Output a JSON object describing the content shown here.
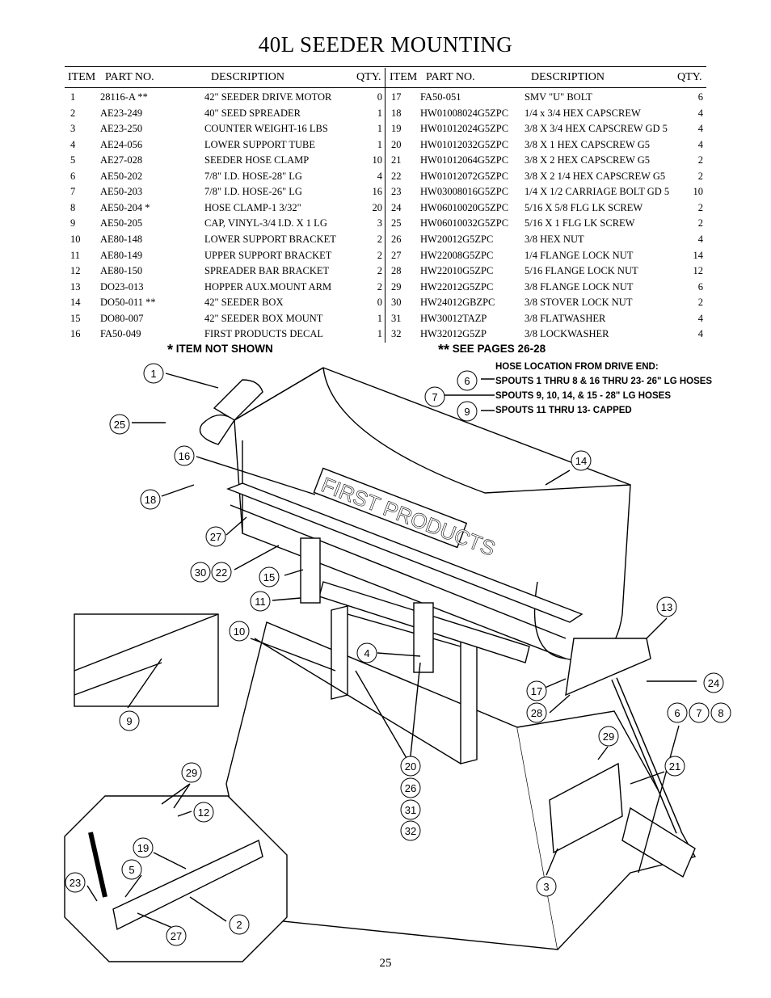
{
  "title": "40L SEEDER MOUNTING",
  "table": {
    "headers": {
      "item": "ITEM",
      "part": "PART NO.",
      "desc": "DESCRIPTION",
      "qty": "QTY."
    },
    "rows_left": [
      {
        "item": "1",
        "part": "28116-A **",
        "desc": "42\" SEEDER DRIVE MOTOR",
        "qty": "0"
      },
      {
        "item": "2",
        "part": "AE23-249",
        "desc": "40\" SEED SPREADER",
        "qty": "1"
      },
      {
        "item": "3",
        "part": "AE23-250",
        "desc": "COUNTER WEIGHT-16 LBS",
        "qty": "1"
      },
      {
        "item": "4",
        "part": "AE24-056",
        "desc": "LOWER SUPPORT TUBE",
        "qty": "1"
      },
      {
        "item": "5",
        "part": "AE27-028",
        "desc": "SEEDER HOSE CLAMP",
        "qty": "10"
      },
      {
        "item": "6",
        "part": "AE50-202",
        "desc": "7/8\" I.D. HOSE-28\" LG",
        "qty": "4"
      },
      {
        "item": "7",
        "part": "AE50-203",
        "desc": "7/8\" I.D. HOSE-26\" LG",
        "qty": "16"
      },
      {
        "item": "8",
        "part": "AE50-204 *",
        "desc": "HOSE CLAMP-1 3/32\"",
        "qty": "20"
      },
      {
        "item": "9",
        "part": "AE50-205",
        "desc": "CAP, VINYL-3/4 I.D. X 1 LG",
        "qty": "3"
      },
      {
        "item": "10",
        "part": "AE80-148",
        "desc": "LOWER SUPPORT BRACKET",
        "qty": "2"
      },
      {
        "item": "11",
        "part": "AE80-149",
        "desc": "UPPER SUPPORT BRACKET",
        "qty": "2"
      },
      {
        "item": "12",
        "part": "AE80-150",
        "desc": "SPREADER BAR BRACKET",
        "qty": "2"
      },
      {
        "item": "13",
        "part": "DO23-013",
        "desc": "HOPPER AUX.MOUNT ARM",
        "qty": "2"
      },
      {
        "item": "14",
        "part": "DO50-011 **",
        "desc": "42\" SEEDER BOX",
        "qty": "0"
      },
      {
        "item": "15",
        "part": "DO80-007",
        "desc": "42\" SEEDER BOX MOUNT",
        "qty": "1"
      },
      {
        "item": "16",
        "part": "FA50-049",
        "desc": "FIRST PRODUCTS DECAL",
        "qty": "1"
      }
    ],
    "rows_right": [
      {
        "item": "17",
        "part": "FA50-051",
        "desc": "SMV \"U\" BOLT",
        "qty": "6"
      },
      {
        "item": "18",
        "part": "HW01008024G5ZPC",
        "desc": "1/4 x 3/4 HEX CAPSCREW",
        "qty": "4"
      },
      {
        "item": "19",
        "part": "HW01012024G5ZPC",
        "desc": "3/8 X 3/4 HEX CAPSCREW GD 5",
        "qty": "4"
      },
      {
        "item": "20",
        "part": "HW01012032G5ZPC",
        "desc": "3/8 X 1 HEX CAPSCREW G5",
        "qty": "4"
      },
      {
        "item": "21",
        "part": "HW01012064G5ZPC",
        "desc": "3/8 X 2 HEX CAPSCREW G5",
        "qty": "2"
      },
      {
        "item": "22",
        "part": "HW01012072G5ZPC",
        "desc": "3/8 X 2 1/4 HEX CAPSCREW G5",
        "qty": "2"
      },
      {
        "item": "23",
        "part": "HW03008016G5ZPC",
        "desc": "1/4 X 1/2 CARRIAGE BOLT GD 5",
        "qty": "10"
      },
      {
        "item": "24",
        "part": "HW06010020G5ZPC",
        "desc": "5/16 X 5/8 FLG LK SCREW",
        "qty": "2"
      },
      {
        "item": "25",
        "part": "HW06010032G5ZPC",
        "desc": "5/16 X 1 FLG LK SCREW",
        "qty": "2"
      },
      {
        "item": "26",
        "part": "HW20012G5ZPC",
        "desc": "3/8 HEX NUT",
        "qty": "4"
      },
      {
        "item": "27",
        "part": "HW22008G5ZPC",
        "desc": "1/4 FLANGE LOCK NUT",
        "qty": "14"
      },
      {
        "item": "28",
        "part": "HW22010G5ZPC",
        "desc": "5/16 FLANGE LOCK NUT",
        "qty": "12"
      },
      {
        "item": "29",
        "part": "HW22012G5ZPC",
        "desc": "3/8 FLANGE LOCK NUT",
        "qty": "6"
      },
      {
        "item": "30",
        "part": "HW24012GBZPC",
        "desc": "3/8 STOVER LOCK NUT",
        "qty": "2"
      },
      {
        "item": "31",
        "part": "HW30012TAZP",
        "desc": "3/8 FLATWASHER",
        "qty": "4"
      },
      {
        "item": "32",
        "part": "HW32012G5ZP",
        "desc": "3/8 LOCKWASHER",
        "qty": "4"
      }
    ]
  },
  "notes": {
    "not_shown_star": "*",
    "not_shown": "ITEM NOT SHOWN",
    "see_pages_star": "**",
    "see_pages": "SEE PAGES 26-28"
  },
  "hose_location": {
    "heading": "HOSE LOCATION FROM DRIVE END:",
    "lines": [
      "SPOUTS 1 THRU 8 & 16 THRU 23- 26\" LG HOSES",
      "SPOUTS 9, 10, 14,  & 15 - 28\" LG HOSES",
      "SPOUTS 11 THRU 13- CAPPED"
    ]
  },
  "decal_text": "FIRST PRODUCTS",
  "callouts": [
    "1",
    "25",
    "16",
    "18",
    "27",
    "30",
    "22",
    "15",
    "11",
    "10",
    "4",
    "9",
    "29",
    "12",
    "19",
    "5",
    "23",
    "2",
    "27",
    "3",
    "20",
    "26",
    "31",
    "32",
    "17",
    "28",
    "29",
    "21",
    "6",
    "7",
    "8",
    "24",
    "13",
    "14",
    "6",
    "7",
    "9"
  ],
  "page_number": "25"
}
